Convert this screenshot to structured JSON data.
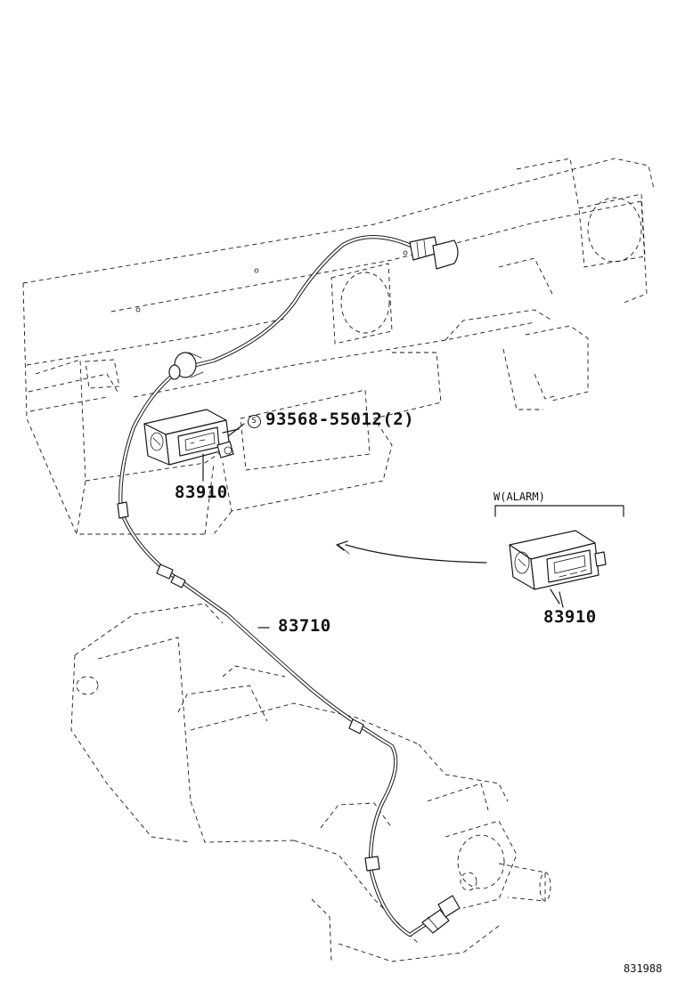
{
  "callouts": {
    "clip_symbol": "S",
    "clip_part": "93568-55012(2)",
    "meter_main": "83910",
    "cable": "83710",
    "variant_label": "W(ALARM)",
    "meter_variant": "83910"
  },
  "diagram_code": "831988"
}
